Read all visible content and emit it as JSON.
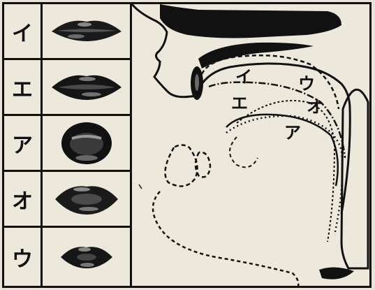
{
  "rows": [
    {
      "kana": "イ",
      "lip": "i-lips"
    },
    {
      "kana": "エ",
      "lip": "e-lips"
    },
    {
      "kana": "ア",
      "lip": "a-lips"
    },
    {
      "kana": "オ",
      "lip": "o-lips"
    },
    {
      "kana": "ウ",
      "lip": "u-lips"
    }
  ],
  "diagram": {
    "labels": {
      "i": "イ",
      "e": "エ",
      "u": "ウ",
      "o": "オ",
      "a": "ア"
    }
  },
  "colors": {
    "ink": "#111111",
    "paper": "#ece8dc"
  }
}
